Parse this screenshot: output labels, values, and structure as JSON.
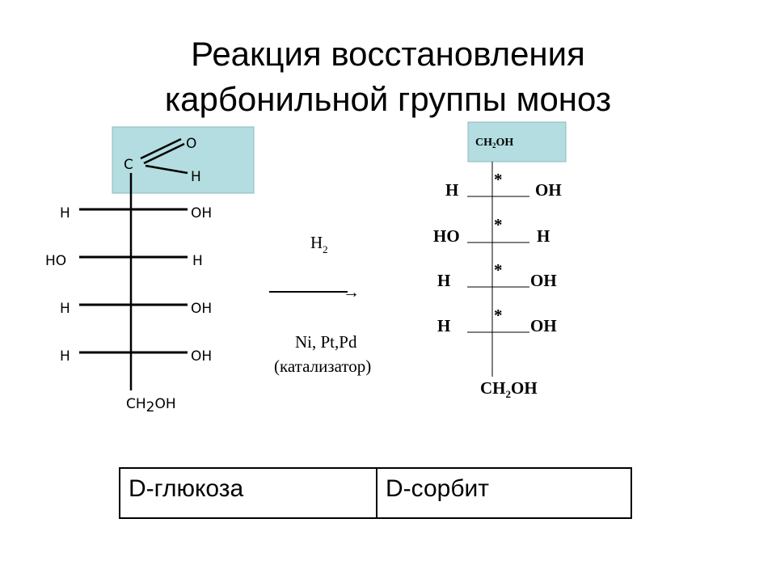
{
  "title": {
    "line1": "Реакция восстановления",
    "line2": "карбонильной группы моноз"
  },
  "glucose": {
    "aldehyde": {
      "o": "O",
      "c": "C",
      "h": "H"
    },
    "rows": [
      {
        "left": "H",
        "right": "OH"
      },
      {
        "left": "HO",
        "right": "H"
      },
      {
        "left": "H",
        "right": "OH"
      },
      {
        "left": "H",
        "right": "OH"
      }
    ],
    "bottom": {
      "prefix": "CH",
      "sub": "2",
      "suffix": "OH"
    }
  },
  "reaction": {
    "reagent": {
      "main": "H",
      "sub": "2"
    },
    "arrow": "→",
    "catalyst_line1": "Ni, Pt,Pd",
    "catalyst_line2": "(катализатор)"
  },
  "sorbitol": {
    "top": {
      "prefix": "CH",
      "sub": "2",
      "suffix": "OH"
    },
    "rows": [
      {
        "left": "H",
        "right": "OH",
        "star": "*"
      },
      {
        "left": "HO",
        "right": "H",
        "star": "*"
      },
      {
        "left": "H",
        "right": "OH",
        "star": "*"
      },
      {
        "left": "H",
        "right": "OH",
        "star": "*"
      }
    ],
    "bottom": {
      "prefix": "CH",
      "sub": "2",
      "suffix": "OH"
    }
  },
  "names": {
    "left": "D-глюкоза",
    "right": "D-сорбит"
  },
  "colors": {
    "highlight_box": "#b3dde0",
    "ink": "#000000"
  }
}
